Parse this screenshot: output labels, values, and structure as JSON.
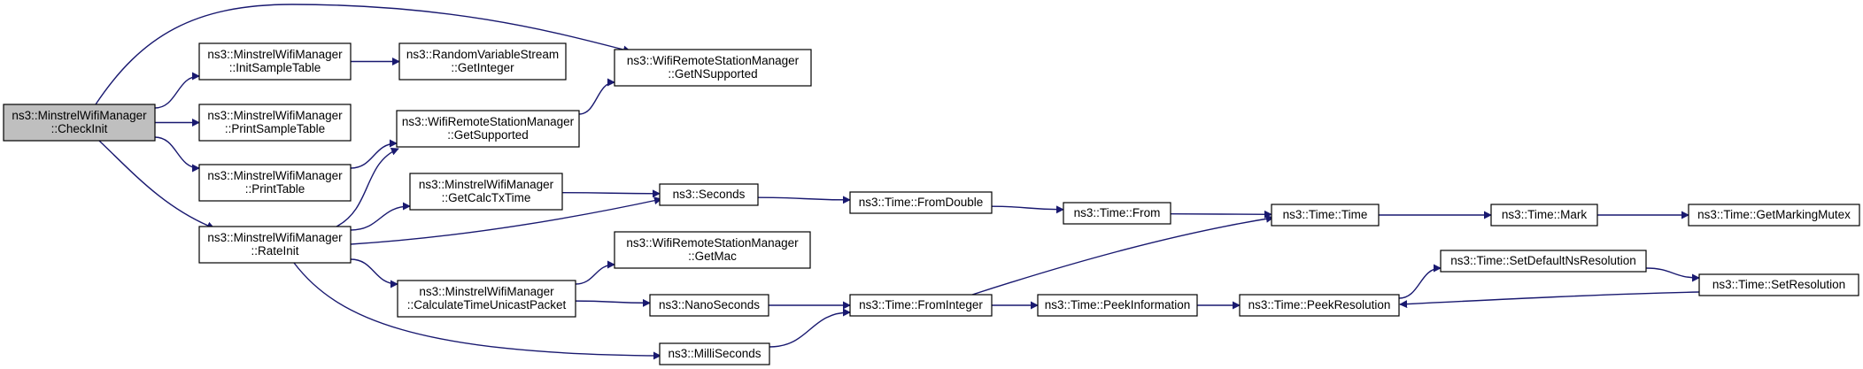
{
  "colors": {
    "edge": "#191970",
    "node_fill": "#ffffff",
    "root_fill": "#bfbfbf",
    "node_stroke": "#000000"
  },
  "nodes": [
    {
      "id": "checkinit",
      "lines": [
        "ns3::MinstrelWifiManager",
        "::CheckInit"
      ],
      "root": true
    },
    {
      "id": "initsample",
      "lines": [
        "ns3::MinstrelWifiManager",
        "::InitSampleTable"
      ]
    },
    {
      "id": "printsample",
      "lines": [
        "ns3::MinstrelWifiManager",
        "::PrintSampleTable"
      ]
    },
    {
      "id": "printtable",
      "lines": [
        "ns3::MinstrelWifiManager",
        "::PrintTable"
      ]
    },
    {
      "id": "rateinit",
      "lines": [
        "ns3::MinstrelWifiManager",
        "::RateInit"
      ]
    },
    {
      "id": "getinteger",
      "lines": [
        "ns3::RandomVariableStream",
        "::GetInteger"
      ]
    },
    {
      "id": "getnsupported",
      "lines": [
        "ns3::WifiRemoteStationManager",
        "::GetNSupported"
      ]
    },
    {
      "id": "getsupported",
      "lines": [
        "ns3::WifiRemoteStationManager",
        "::GetSupported"
      ]
    },
    {
      "id": "getcalctx",
      "lines": [
        "ns3::MinstrelWifiManager",
        "::GetCalcTxTime"
      ]
    },
    {
      "id": "getmac",
      "lines": [
        "ns3::WifiRemoteStationManager",
        "::GetMac"
      ]
    },
    {
      "id": "calctime",
      "lines": [
        "ns3::MinstrelWifiManager",
        "::CalculateTimeUnicastPacket"
      ]
    },
    {
      "id": "seconds",
      "lines": [
        "ns3::Seconds"
      ]
    },
    {
      "id": "nanoseconds",
      "lines": [
        "ns3::NanoSeconds"
      ]
    },
    {
      "id": "milliseconds",
      "lines": [
        "ns3::MilliSeconds"
      ]
    },
    {
      "id": "fromdouble",
      "lines": [
        "ns3::Time::FromDouble"
      ]
    },
    {
      "id": "frominteger",
      "lines": [
        "ns3::Time::FromInteger"
      ]
    },
    {
      "id": "from",
      "lines": [
        "ns3::Time::From"
      ]
    },
    {
      "id": "peekinfo",
      "lines": [
        "ns3::Time::PeekInformation"
      ]
    },
    {
      "id": "time",
      "lines": [
        "ns3::Time::Time"
      ]
    },
    {
      "id": "peekres",
      "lines": [
        "ns3::Time::PeekResolution"
      ]
    },
    {
      "id": "setdefault",
      "lines": [
        "ns3::Time::SetDefaultNsResolution"
      ]
    },
    {
      "id": "mark",
      "lines": [
        "ns3::Time::Mark"
      ]
    },
    {
      "id": "setres",
      "lines": [
        "ns3::Time::SetResolution"
      ]
    },
    {
      "id": "getmarking",
      "lines": [
        "ns3::Time::GetMarkingMutex"
      ]
    }
  ],
  "edges": [
    {
      "from": "checkinit",
      "to": "initsample"
    },
    {
      "from": "checkinit",
      "to": "getnsupported"
    },
    {
      "from": "checkinit",
      "to": "printsample"
    },
    {
      "from": "checkinit",
      "to": "printtable"
    },
    {
      "from": "checkinit",
      "to": "rateinit"
    },
    {
      "from": "initsample",
      "to": "getinteger"
    },
    {
      "from": "printtable",
      "to": "getsupported"
    },
    {
      "from": "rateinit",
      "to": "getsupported"
    },
    {
      "from": "getsupported",
      "to": "getnsupported"
    },
    {
      "from": "rateinit",
      "to": "getcalctx"
    },
    {
      "from": "rateinit",
      "to": "seconds"
    },
    {
      "from": "rateinit",
      "to": "calctime"
    },
    {
      "from": "rateinit",
      "to": "milliseconds"
    },
    {
      "from": "getcalctx",
      "to": "seconds"
    },
    {
      "from": "calctime",
      "to": "getmac"
    },
    {
      "from": "calctime",
      "to": "nanoseconds"
    },
    {
      "from": "seconds",
      "to": "fromdouble"
    },
    {
      "from": "nanoseconds",
      "to": "frominteger"
    },
    {
      "from": "milliseconds",
      "to": "frominteger"
    },
    {
      "from": "fromdouble",
      "to": "from"
    },
    {
      "from": "from",
      "to": "time"
    },
    {
      "from": "frominteger",
      "to": "time"
    },
    {
      "from": "frominteger",
      "to": "peekinfo"
    },
    {
      "from": "peekinfo",
      "to": "peekres"
    },
    {
      "from": "time",
      "to": "mark"
    },
    {
      "from": "mark",
      "to": "getmarking"
    },
    {
      "from": "peekres",
      "to": "setdefault"
    },
    {
      "from": "setdefault",
      "to": "setres"
    },
    {
      "from": "setres",
      "to": "peekres"
    }
  ]
}
